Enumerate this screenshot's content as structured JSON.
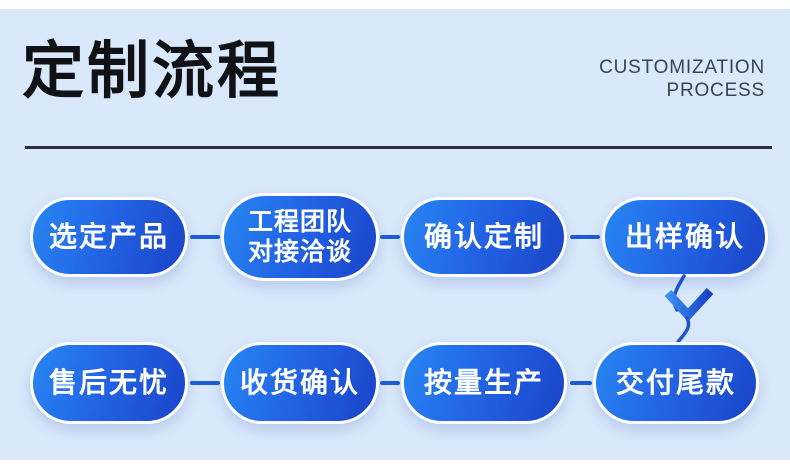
{
  "header": {
    "title": "定制流程",
    "subtitle_line1": "CUSTOMIZATION",
    "subtitle_line2": "PROCESS"
  },
  "flow": {
    "row1": [
      {
        "label": "选定产品"
      },
      {
        "label": "工程团队\n对接洽谈"
      },
      {
        "label": "确认定制"
      },
      {
        "label": "出样确认"
      }
    ],
    "row2": [
      {
        "label": "售后无忧"
      },
      {
        "label": "收货确认"
      },
      {
        "label": "按量生产"
      },
      {
        "label": "交付尾款"
      }
    ],
    "arrow_icon": "curved-down-arrow"
  },
  "colors": {
    "background": "#d9e9fb",
    "pill_gradient_start": "#2787f2",
    "pill_gradient_end": "#1a44c8",
    "connector": "#1d5cd8",
    "title_text": "#101215",
    "subtitle_text": "#3b4350",
    "pill_text": "#ffffff",
    "divider": "#2a313c"
  }
}
